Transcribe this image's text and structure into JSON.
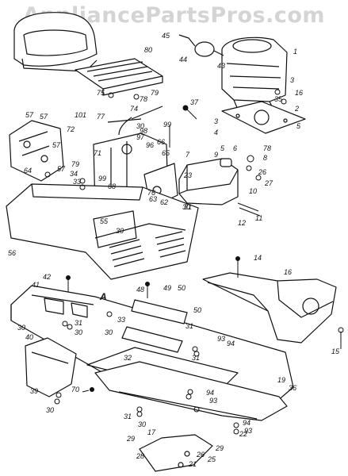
{
  "watermark": "AppliancePartsPros.com",
  "callouts": [
    {
      "id": "1",
      "text": "1"
    },
    {
      "id": "2",
      "text": "2"
    },
    {
      "id": "3a",
      "text": "3"
    },
    {
      "id": "3b",
      "text": "3"
    },
    {
      "id": "4",
      "text": "4"
    },
    {
      "id": "5a",
      "text": "5"
    },
    {
      "id": "5b",
      "text": "5"
    },
    {
      "id": "6",
      "text": "6"
    },
    {
      "id": "7",
      "text": "7"
    },
    {
      "id": "8",
      "text": "8"
    },
    {
      "id": "9",
      "text": "9"
    },
    {
      "id": "10",
      "text": "10"
    },
    {
      "id": "11",
      "text": "11"
    },
    {
      "id": "12",
      "text": "12"
    },
    {
      "id": "14",
      "text": "14"
    },
    {
      "id": "15",
      "text": "15"
    },
    {
      "id": "16",
      "text": "16"
    },
    {
      "id": "16b",
      "text": "16"
    },
    {
      "id": "17",
      "text": "17"
    },
    {
      "id": "19",
      "text": "19"
    },
    {
      "id": "21",
      "text": "21"
    },
    {
      "id": "22",
      "text": "22"
    },
    {
      "id": "23",
      "text": "23"
    },
    {
      "id": "25",
      "text": "25"
    },
    {
      "id": "26",
      "text": "26"
    },
    {
      "id": "26b",
      "text": "26"
    },
    {
      "id": "27",
      "text": "27"
    },
    {
      "id": "28",
      "text": "28"
    },
    {
      "id": "29a",
      "text": "29"
    },
    {
      "id": "29b",
      "text": "29"
    },
    {
      "id": "30a",
      "text": "30"
    },
    {
      "id": "30b",
      "text": "30"
    },
    {
      "id": "30c",
      "text": "30"
    },
    {
      "id": "30d",
      "text": "30"
    },
    {
      "id": "30e",
      "text": "30"
    },
    {
      "id": "30f",
      "text": "30"
    },
    {
      "id": "30g",
      "text": "30"
    },
    {
      "id": "30h",
      "text": "30"
    },
    {
      "id": "31a",
      "text": "31"
    },
    {
      "id": "31b",
      "text": "31"
    },
    {
      "id": "31c",
      "text": "31"
    },
    {
      "id": "31d",
      "text": "31"
    },
    {
      "id": "31e",
      "text": "31"
    },
    {
      "id": "32",
      "text": "32"
    },
    {
      "id": "33a",
      "text": "33"
    },
    {
      "id": "33b",
      "text": "33"
    },
    {
      "id": "34",
      "text": "34"
    },
    {
      "id": "35",
      "text": "35"
    },
    {
      "id": "36",
      "text": "36"
    },
    {
      "id": "37",
      "text": "37"
    },
    {
      "id": "39",
      "text": "39"
    },
    {
      "id": "40",
      "text": "40"
    },
    {
      "id": "41",
      "text": "41"
    },
    {
      "id": "42",
      "text": "42"
    },
    {
      "id": "43",
      "text": "43"
    },
    {
      "id": "44",
      "text": "44"
    },
    {
      "id": "45",
      "text": "45"
    },
    {
      "id": "48",
      "text": "48"
    },
    {
      "id": "49",
      "text": "49"
    },
    {
      "id": "50a",
      "text": "50"
    },
    {
      "id": "50b",
      "text": "50"
    },
    {
      "id": "55",
      "text": "55"
    },
    {
      "id": "56",
      "text": "56"
    },
    {
      "id": "57a",
      "text": "57"
    },
    {
      "id": "57b",
      "text": "57"
    },
    {
      "id": "57c",
      "text": "57"
    },
    {
      "id": "57d",
      "text": "57"
    },
    {
      "id": "62",
      "text": "62"
    },
    {
      "id": "63",
      "text": "63"
    },
    {
      "id": "64",
      "text": "64"
    },
    {
      "id": "65",
      "text": "65"
    },
    {
      "id": "66",
      "text": "66"
    },
    {
      "id": "68",
      "text": "68"
    },
    {
      "id": "70",
      "text": "70"
    },
    {
      "id": "71",
      "text": "71"
    },
    {
      "id": "72",
      "text": "72"
    },
    {
      "id": "74",
      "text": "74"
    },
    {
      "id": "75",
      "text": "75"
    },
    {
      "id": "76",
      "text": "76"
    },
    {
      "id": "77",
      "text": "77"
    },
    {
      "id": "78a",
      "text": "78"
    },
    {
      "id": "78b",
      "text": "78"
    },
    {
      "id": "79a",
      "text": "79"
    },
    {
      "id": "79b",
      "text": "79"
    },
    {
      "id": "80",
      "text": "80"
    },
    {
      "id": "93a",
      "text": "93"
    },
    {
      "id": "93b",
      "text": "93"
    },
    {
      "id": "93c",
      "text": "93"
    },
    {
      "id": "94a",
      "text": "94"
    },
    {
      "id": "94b",
      "text": "94"
    },
    {
      "id": "94c",
      "text": "94"
    },
    {
      "id": "96",
      "text": "96"
    },
    {
      "id": "97",
      "text": "97"
    },
    {
      "id": "98",
      "text": "98"
    },
    {
      "id": "99a",
      "text": "99"
    },
    {
      "id": "99b",
      "text": "99"
    },
    {
      "id": "101",
      "text": "101"
    },
    {
      "id": "A",
      "text": "A"
    }
  ]
}
